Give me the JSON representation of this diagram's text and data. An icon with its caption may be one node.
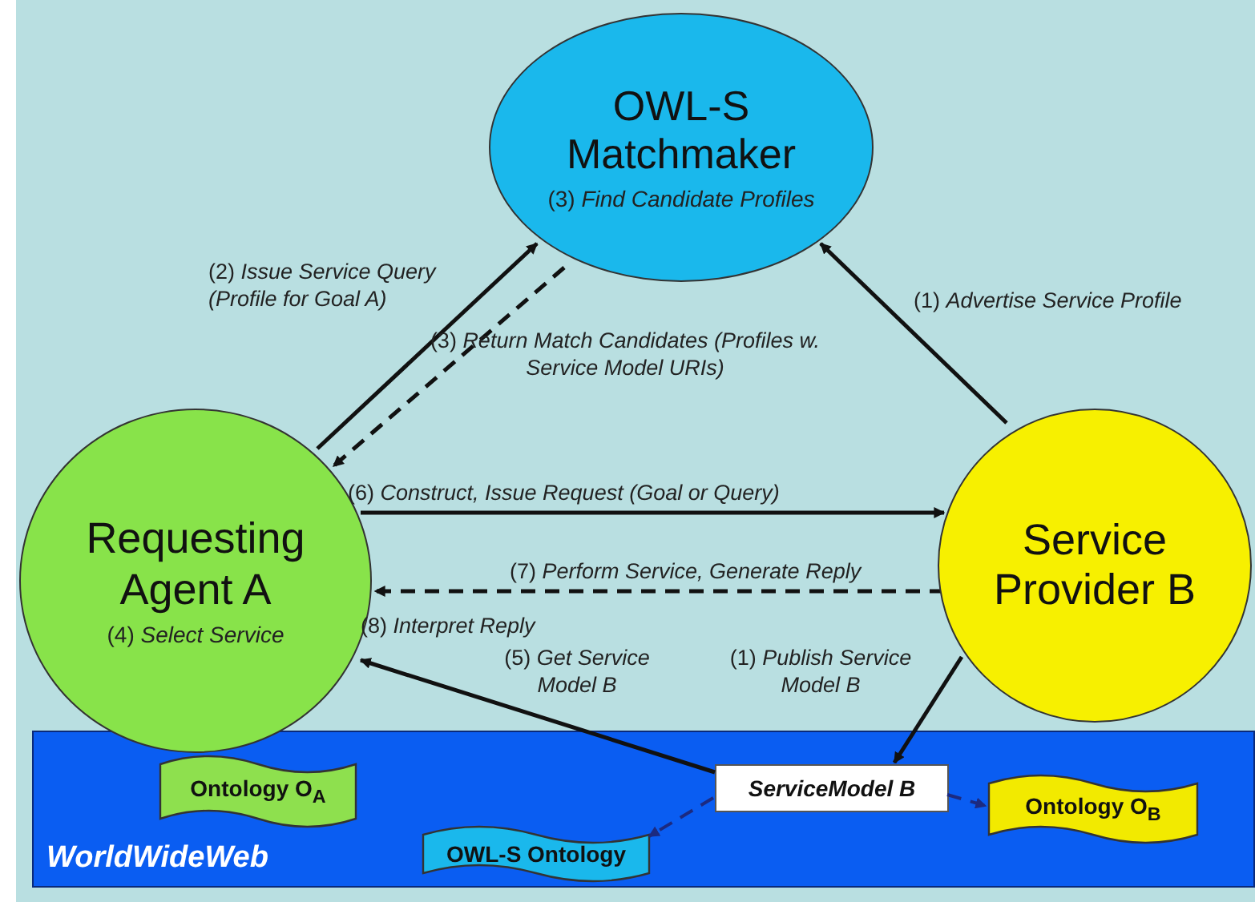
{
  "diagram": {
    "nodes": [
      {
        "text": [
          "OWL-S Matchmaker",
          "(3) *Find Candidate Profiles*"
        ]
      },
      {
        "text": [
          "Requesting Agent A",
          "(4) *Select Service*"
        ]
      },
      {
        "text": [
          "Service Provider B"
        ]
      },
      {
        "text": [
          "WorldWideWeb"
        ]
      },
      {
        "text": [
          "Ontology O$_{A}$"
        ],
        "in": 3
      },
      {
        "text": [
          "ServiceModel B"
        ],
        "in": 3
      },
      {
        "text": [
          "OWL-S Ontology"
        ],
        "in": 3
      },
      {
        "text": [
          "Ontology O$_{B}$"
        ],
        "in": 3
      }
    ],
    "edges": [
      {
        "from": 1,
        "to": 0,
        "arrow": "to",
        "label": "(2) *Issue Service Query (Profile for Goal A)*"
      },
      {
        "from": 0,
        "to": 1,
        "arrow": "to",
        "style": "dashed",
        "label": "(3) *Return Match Candidates (Profiles w. Service Model URIs)*"
      },
      {
        "from": 2,
        "to": 0,
        "arrow": "to",
        "label": "(1) *Advertise Service Profile*"
      },
      {
        "from": 1,
        "to": 2,
        "arrow": "to",
        "label": "(6) *Construct, Issue Request (Goal or Query)*"
      },
      {
        "from": 2,
        "to": 1,
        "arrow": "to",
        "style": "dashed",
        "label": "(7) *Perform Service, Generate Reply*"
      },
      {
        "from": 5,
        "to": 1,
        "arrow": "to",
        "label": "(5) *Get Service Model B*"
      },
      {
        "from": 2,
        "to": 5,
        "arrow": "to",
        "label": "(1) *Publish Service Model B*"
      },
      {
        "from": 5,
        "to": 6,
        "arrow": "to",
        "style": "dashed",
        "color": "#1c2a80"
      },
      {
        "from": 5,
        "to": 7,
        "arrow": "to",
        "style": "dashed",
        "color": "#1c2a80"
      }
    ],
    "labels": [
      "(8) *Interpret Reply*"
    ]
  }
}
